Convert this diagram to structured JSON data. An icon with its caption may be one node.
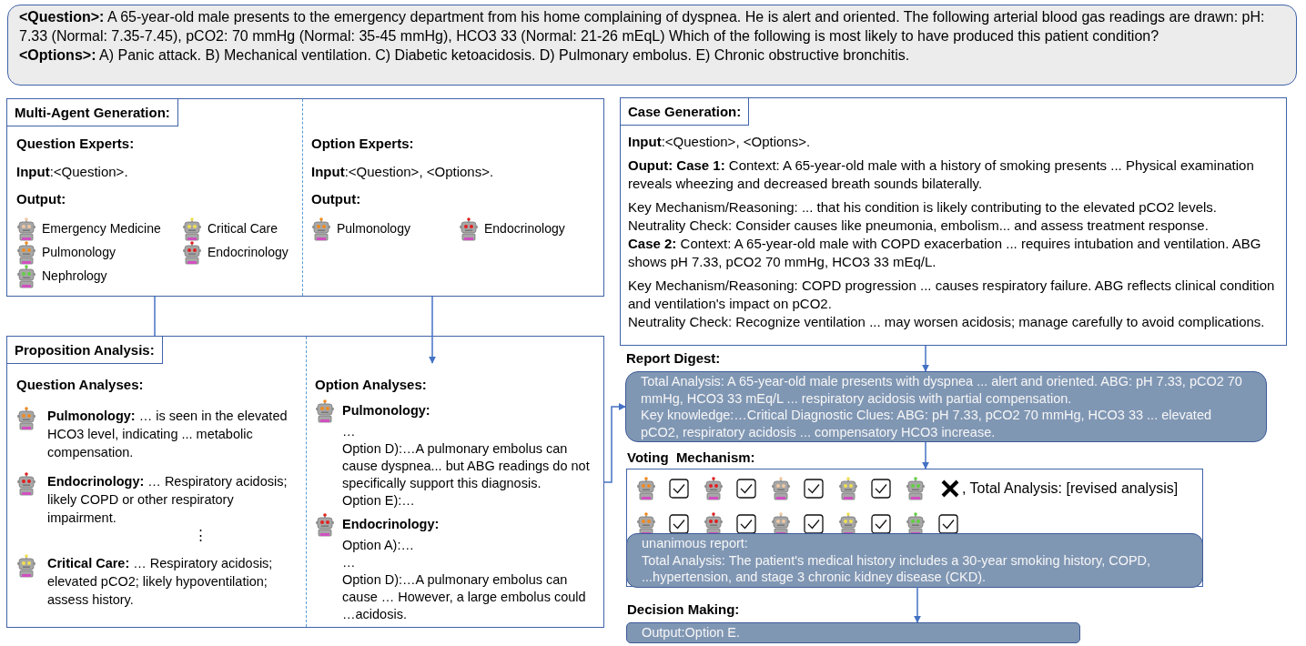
{
  "diagram": {
    "nodes": [
      {
        "text": [
          "**<Question>:** A 65-year-old male presents to the emergency department from his home complaining of dyspnea. He is alert and oriented. The following arterial blood gas readings are drawn: pH: 7.33 (Normal: 7.35-7.45), pCO2: 70 mmHg (Normal: 35-45 mmHg), HCO3 33 (Normal: 21-26 mEqL) Which of the following is most likely to have produced this patient condition?",
          "**<Options>:** A) Panic attack. B) Mechanical ventilation. C) Diabetic ketoacidosis. D) Pulmonary embolus. E) Chronic obstructive bronchitis."
        ]
      },
      {
        "text": [
          "Multi-Agent Generation:"
        ]
      },
      {
        "text": [
          "Question Experts:",
          "**Input**:<Question>.",
          "Output:",
          "Emergency Medicine",
          "Critical Care",
          "Pulmonology",
          "Endocrinology",
          "Nephrology"
        ],
        "in": 1
      },
      {
        "text": [
          "Option Experts:",
          "**Input**:<Question>, <Options>.",
          "Output:",
          "Pulmonology",
          "Endocrinology"
        ],
        "in": 1
      },
      {
        "text": [
          "Proposition Analysis:"
        ]
      },
      {
        "text": [
          "Question Analyses:",
          "**Pulmonology:** … is seen in the elevated HCO3 level, indicating ... metabolic compensation.",
          "**Endocrinology:** … Respiratory acidosis; likely COPD or other respiratory impairment.",
          "⋮",
          "**Critical Care:** … Respiratory acidosis; elevated pCO2; likely hypoventilation; assess history."
        ],
        "in": 4
      },
      {
        "text": [
          "Option Analyses:",
          "Pulmonology:",
          "…",
          "Option D):…A pulmonary embolus can cause dyspnea... but ABG readings do not specifically support this diagnosis.",
          "Option E):…",
          "Endocrinology:",
          "Option A):…",
          "…",
          "Option D):…A pulmonary embolus can cause … However, a large embolus could …acidosis."
        ],
        "in": 4
      },
      {
        "text": [
          "Case Generation:",
          "**Input**:<Question>, <Options>.",
          "**Ouput: Case 1:** Context: A 65-year-old male with a history of smoking presents ... Physical examination reveals wheezing and decreased breath sounds bilaterally.",
          "Key Mechanism/Reasoning: ... that his condition is likely contributing to the elevated pCO2 levels.",
          "Neutrality Check: Consider causes like pneumonia, embolism... and assess treatment response.",
          "**Case 2:** Context: A 65-year-old male with COPD exacerbation ... requires intubation and ventilation. ABG shows pH 7.33, pCO2 70 mmHg, HCO3 33 mEq/L.",
          "Key Mechanism/Reasoning: COPD progression ... causes respiratory failure. ABG reflects clinical condition and ventilation's impact on pCO2.",
          "Neutrality Check: Recognize ventilation ... may worsen acidosis; manage carefully to avoid complications."
        ]
      },
      {
        "text": [
          "Total Analysis: A 65-year-old male presents with dyspnea ... alert and oriented. ABG: pH 7.33, pCO2 70 mmHg, HCO3 33 mEq/L ... respiratory acidosis with partial compensation.",
          "Key knowledge:…Critical Diagnostic Clues: ABG: pH 7.33, pCO2 70 mmHg, HCO3 33 ... elevated pCO2, respiratory acidosis ... compensatory HCO3 increase."
        ],
        "beside": [
          "Report Digest:"
        ]
      },
      {
        "text": [
          ", Total Analysis: [revised analysis]"
        ],
        "beside": [
          "Voting  Mechanism:"
        ]
      },
      {
        "text": [
          "unanimous report:",
          "Total Analysis: The patient's medical history includes a 30-year smoking history, COPD, ...hypertension, and stage 3 chronic kidney disease (CKD)."
        ],
        "in": 9
      },
      {
        "text": [
          "Output:Option E."
        ],
        "beside": [
          "Decision Making:"
        ]
      }
    ],
    "edges": [
      {
        "from": 2,
        "to": 5,
        "arrow": "to"
      },
      {
        "from": 3,
        "to": 6,
        "arrow": "to"
      },
      {
        "from": 4,
        "to": 8,
        "arrow": "to"
      },
      {
        "from": 7,
        "to": 8,
        "arrow": "to"
      },
      {
        "from": 8,
        "to": 9,
        "arrow": "to"
      },
      {
        "from": 10,
        "to": 11,
        "arrow": "to"
      }
    ]
  }
}
